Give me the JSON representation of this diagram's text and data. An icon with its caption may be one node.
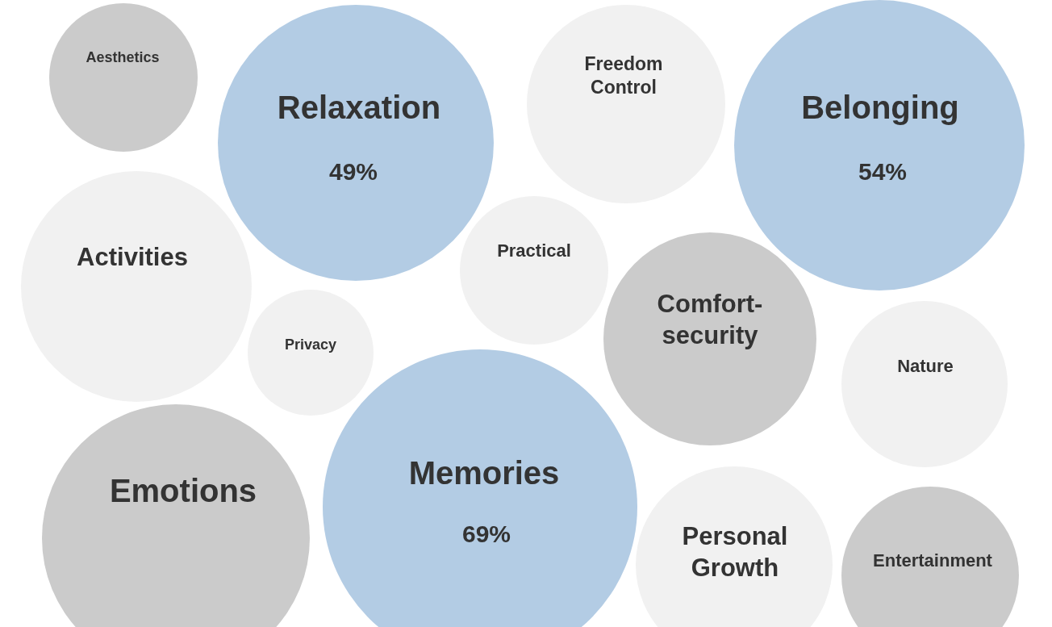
{
  "diagram": {
    "nodes": [
      {
        "text": [
          "Aesthetics"
        ]
      },
      {
        "text": [
          "Relaxation",
          "49%"
        ]
      },
      {
        "text": [
          "Freedom Control"
        ]
      },
      {
        "text": [
          "Belonging",
          "54%"
        ]
      },
      {
        "text": [
          "Activities"
        ]
      },
      {
        "text": [
          "Practical"
        ]
      },
      {
        "text": [
          "Comfort-security"
        ]
      },
      {
        "text": [
          "Privacy"
        ]
      },
      {
        "text": [
          "Nature"
        ]
      },
      {
        "text": [
          "Emotions"
        ]
      },
      {
        "text": [
          "Memories",
          "69%"
        ]
      },
      {
        "text": [
          "Personal Growth"
        ]
      },
      {
        "text": [
          "Entertainment"
        ]
      }
    ]
  }
}
